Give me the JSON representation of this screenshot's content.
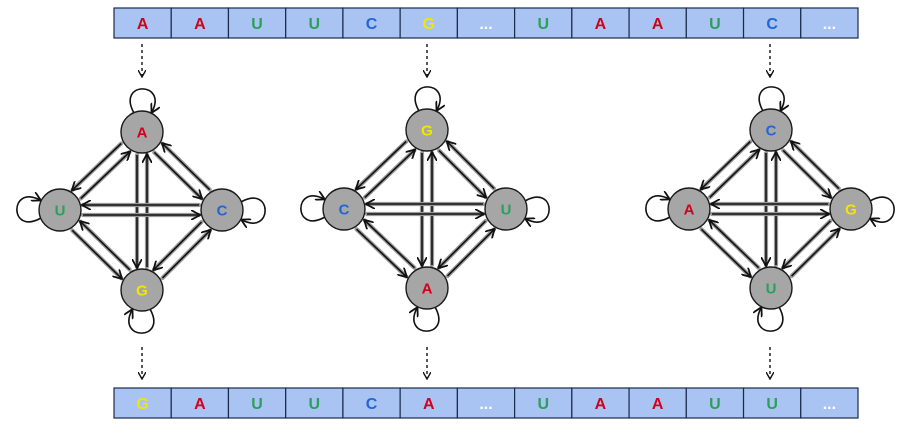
{
  "colors": {
    "A": "#d0021b",
    "U": "#2aa05a",
    "C": "#2166d4",
    "G": "#f2e600",
    "...": "#ffffff"
  },
  "sequence_top": [
    "A",
    "A",
    "U",
    "U",
    "C",
    "G",
    "...",
    "U",
    "A",
    "A",
    "U",
    "C",
    "..."
  ],
  "sequence_bottom": [
    "G",
    "A",
    "U",
    "U",
    "C",
    "A",
    "...",
    "U",
    "A",
    "A",
    "U",
    "U",
    "..."
  ],
  "graphs": [
    {
      "nodes": {
        "top": "A",
        "left": "U",
        "right": "C",
        "bottom": "G"
      }
    },
    {
      "nodes": {
        "top": "G",
        "left": "C",
        "right": "U",
        "bottom": "A"
      }
    },
    {
      "nodes": {
        "top": "C",
        "left": "A",
        "right": "G",
        "bottom": "U"
      }
    }
  ]
}
